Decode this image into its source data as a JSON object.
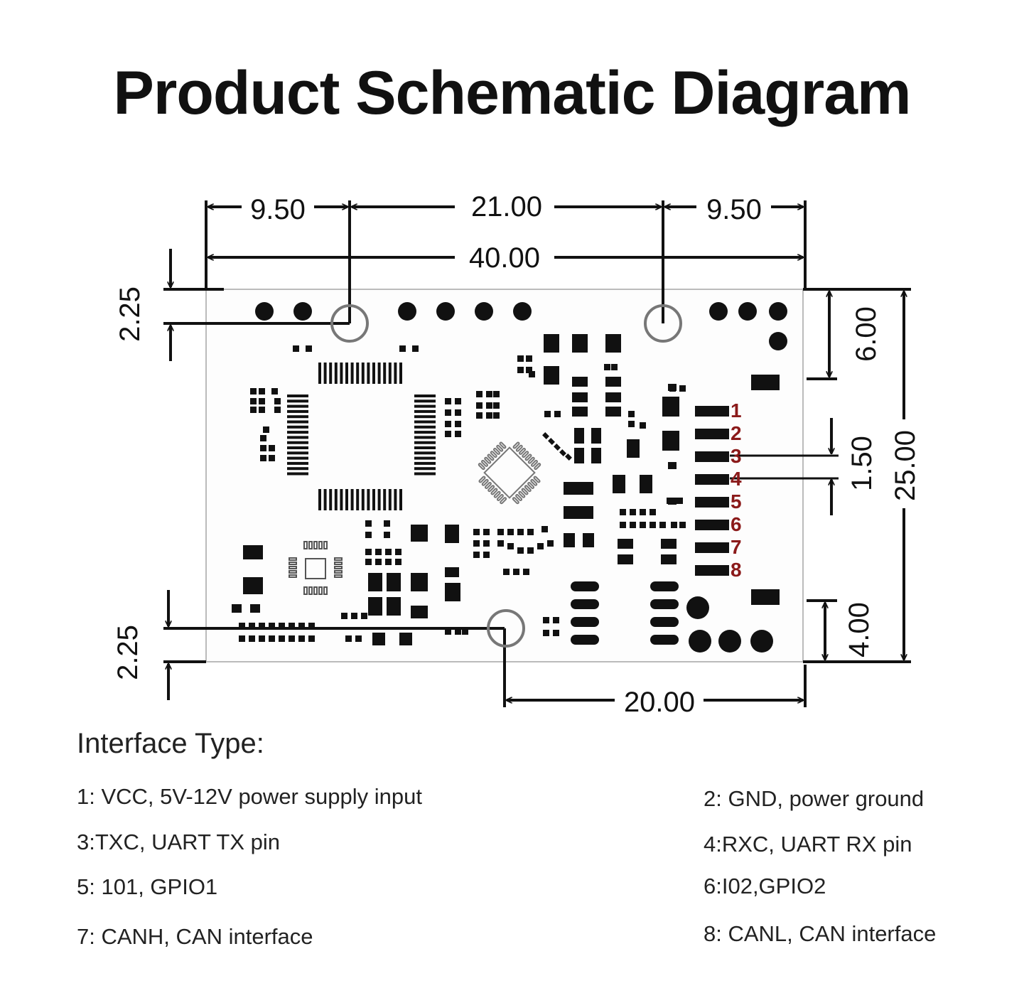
{
  "title": "Product Schematic Diagram",
  "dimensions": {
    "top_left": "9.50",
    "top_middle": "21.00",
    "top_right": "9.50",
    "overall_width": "40.00",
    "left_top_offset": "2.25",
    "left_bottom_offset": "2.25",
    "right_top": "6.00",
    "right_pitch": "1.50",
    "right_overall_height": "25.00",
    "right_bottom": "4.00",
    "bottom_hole_offset": "20.00"
  },
  "pins": [
    "1",
    "2",
    "3",
    "4",
    "5",
    "6",
    "7",
    "8"
  ],
  "interface": {
    "heading": "Interface Type:",
    "items": [
      "1: VCC, 5V-12V power supply input",
      "2: GND, power ground",
      "3:TXC, UART TX pin",
      "4:RXC, UART RX pin",
      "5: 101, GPIO1",
      "6:I02,GPIO2",
      "7: CANH, CAN interface",
      "8: CANL, CAN interface"
    ]
  },
  "colors": {
    "pin_label": "#8b1a1a",
    "ink": "#111111",
    "board_outline": "#bbbbbb"
  }
}
